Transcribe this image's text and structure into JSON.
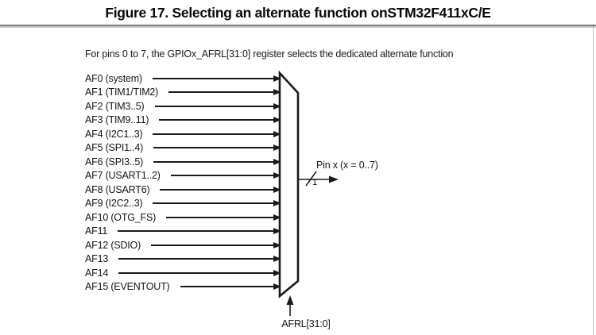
{
  "figure": {
    "title": "Figure 17. Selecting an alternate function onSTM32F411xC/E",
    "description": "For pins 0 to 7, the GPIOx_AFRL[31:0] register selects the dedicated alternate function"
  },
  "mux": {
    "inputs": [
      "AF0 (system)",
      "AF1 (TIM1/TIM2)",
      "AF2 (TIM3..5)",
      "AF3 (TIM9..11)",
      "AF4 (I2C1..3)",
      "AF5 (SPI1..4)",
      "AF6 (SPI3..5)",
      "AF7 (USART1..2)",
      "AF8 (USART6)",
      "AF9 (I2C2..3)",
      "AF10 (OTG_FS)",
      "AF11",
      "AF12 (SDIO)",
      "AF13",
      "AF14",
      "AF15 (EVENTOUT)"
    ],
    "output_label": "Pin x (x = 0..7)",
    "output_bus_width": "1",
    "select_label": "AFRL[31:0]"
  },
  "colors": {
    "line": "#1a1a1a",
    "text": "#151515",
    "rule_dark": "#7d7d7d",
    "rule_light": "#c9c9c9",
    "page_border": "#bdbdbd",
    "background": "#ffffff"
  }
}
